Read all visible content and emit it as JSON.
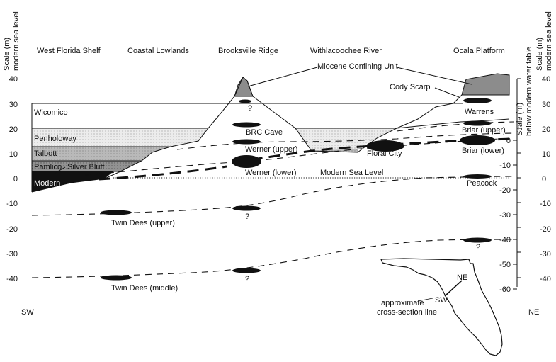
{
  "left_axis": {
    "title_line1": "Scale (m)",
    "title_line2": "modern sea level",
    "ticks": [
      "40",
      "30",
      "20",
      "10",
      "0",
      "-10",
      "-20",
      "-30",
      "-40"
    ]
  },
  "right_axis_sea": {
    "title_line1": "Scale (m)",
    "title_line2": "modern sea level",
    "ticks": [
      "40",
      "30",
      "20",
      "10",
      "0",
      "-10",
      "-20",
      "-30",
      "-40"
    ]
  },
  "right_axis_water": {
    "title_line1": "Scale (m)",
    "title_line2": "below modern water table",
    "ticks": [
      "0",
      "-10",
      "-20",
      "-30",
      "-40",
      "-50",
      "-60"
    ]
  },
  "regions": {
    "west_florida_shelf": "West Florida Shelf",
    "coastal_lowlands": "Coastal Lowlands",
    "brooksville_ridge": "Brooksville Ridge",
    "withlacoochee_river": "Withlacoochee River",
    "ocala_platform": "Ocala Platform"
  },
  "terraces": {
    "wicomico": "Wicomico",
    "penholoway": "Penholoway",
    "talbott": "Talbott",
    "pamlico": "Pamlico",
    "silver_bluff": "Silver Bluff",
    "modern": "Modern"
  },
  "labels": {
    "miocene": "Miocene Confining Unit",
    "cody_scarp": "Cody Scarp",
    "modern_sea_level": "Modern Sea Level",
    "sw": "SW",
    "ne": "NE"
  },
  "caves": {
    "warrens": "Warrens",
    "brc_cave": "BRC Cave",
    "briar_upper": "Briar (upper)",
    "werner_upper": "Werner (upper)",
    "floral_city": "Floral City",
    "briar_lower": "Briar (lower)",
    "werner_lower": "Werner (lower)",
    "peacock": "Peacock",
    "twin_dees_upper": "Twin Dees (upper)",
    "twin_dees_middle": "Twin Dees (middle)",
    "question": "?"
  },
  "inset": {
    "ne": "NE",
    "sw": "SW",
    "caption_line1": "approximate",
    "caption_line2": "cross-section line"
  },
  "colors": {
    "ink": "#111111",
    "wicomico_fill": "#ffffff",
    "penholoway_fill": "#e8e8e8",
    "talbott_fill": "#b9b9b9",
    "pamlico_fill": "#959595",
    "miocene_fill": "#8f8f8f",
    "modern_fill": "#111111"
  }
}
